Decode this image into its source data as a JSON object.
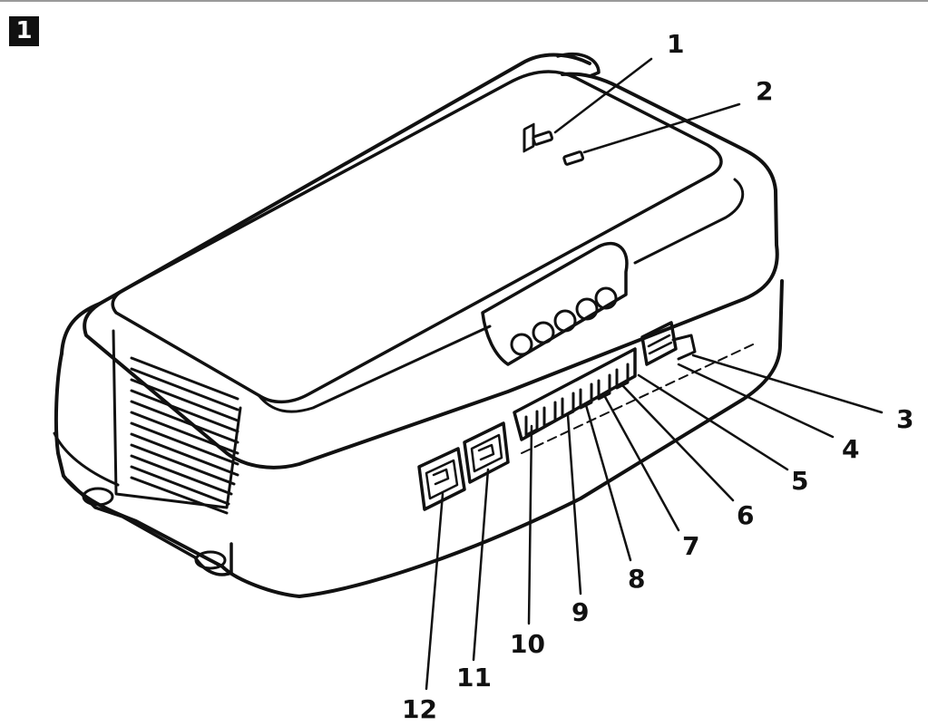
{
  "figure": {
    "number": "1"
  },
  "colors": {
    "ink": "#111111",
    "background": "#ffffff",
    "rule": "#9a9a9a"
  },
  "callouts": [
    "1",
    "2",
    "3",
    "4",
    "5",
    "6",
    "7",
    "8",
    "9",
    "10",
    "11",
    "12"
  ]
}
